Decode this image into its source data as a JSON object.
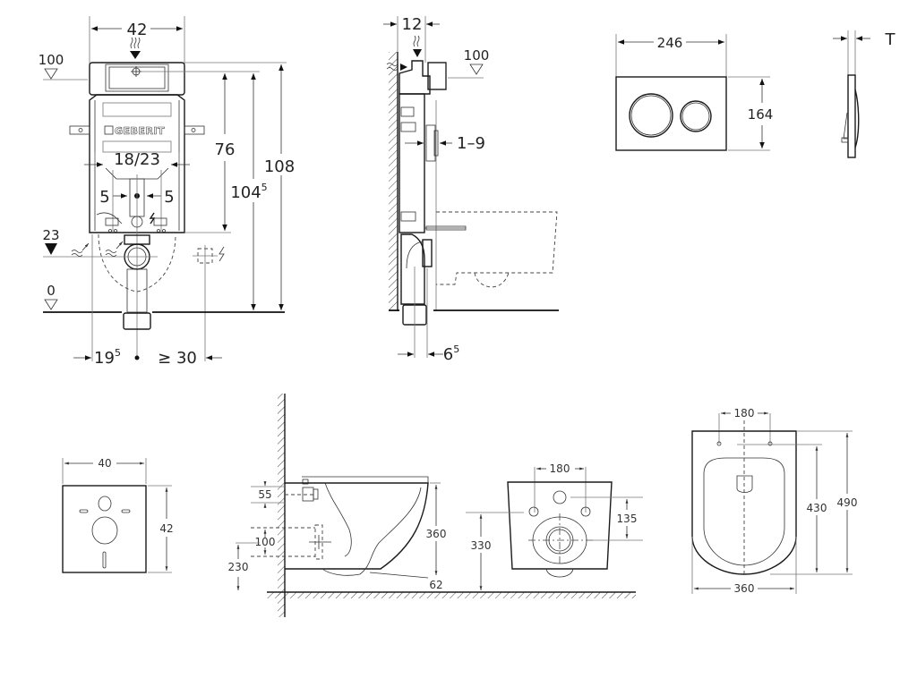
{
  "drawing": {
    "title": "Wall-hung WC installation dimensions",
    "brand_logo": "GEBERIT",
    "colors": {
      "line": "#1a1a1a",
      "background": "#ffffff",
      "dim": "#333333"
    }
  },
  "frame_front": {
    "width": "42",
    "level_top": "100",
    "inner_width": "18/23",
    "offset_left": "5",
    "offset_right": "5",
    "level_drain": "23",
    "level_floor": "0",
    "height_76": "76",
    "height_104": "104",
    "height_104_sup": "5",
    "height_108": "108",
    "bottom_left": "19",
    "bottom_left_sup": "5",
    "bottom_right": "≥ 30"
  },
  "frame_side": {
    "depth": "12",
    "level": "100",
    "plate_adjust": "1–9",
    "bottom_offset": "6",
    "bottom_offset_sup": "5"
  },
  "flush_plate": {
    "width": "246",
    "height": "164",
    "thickness_label": "T"
  },
  "sound_pad": {
    "width": "40",
    "height": "42"
  },
  "wc_side": {
    "inlet_height": "55",
    "bolt_spacing": "100",
    "outlet_height": "230",
    "bowl_height": "360",
    "bottom_gap": "62"
  },
  "wc_rear": {
    "bolt_spacing": "180",
    "inlet_to_outlet": "135",
    "outlet_height": "330"
  },
  "wc_top": {
    "bolt_spacing": "180",
    "seat_length": "430",
    "total_length": "490",
    "width": "360"
  }
}
